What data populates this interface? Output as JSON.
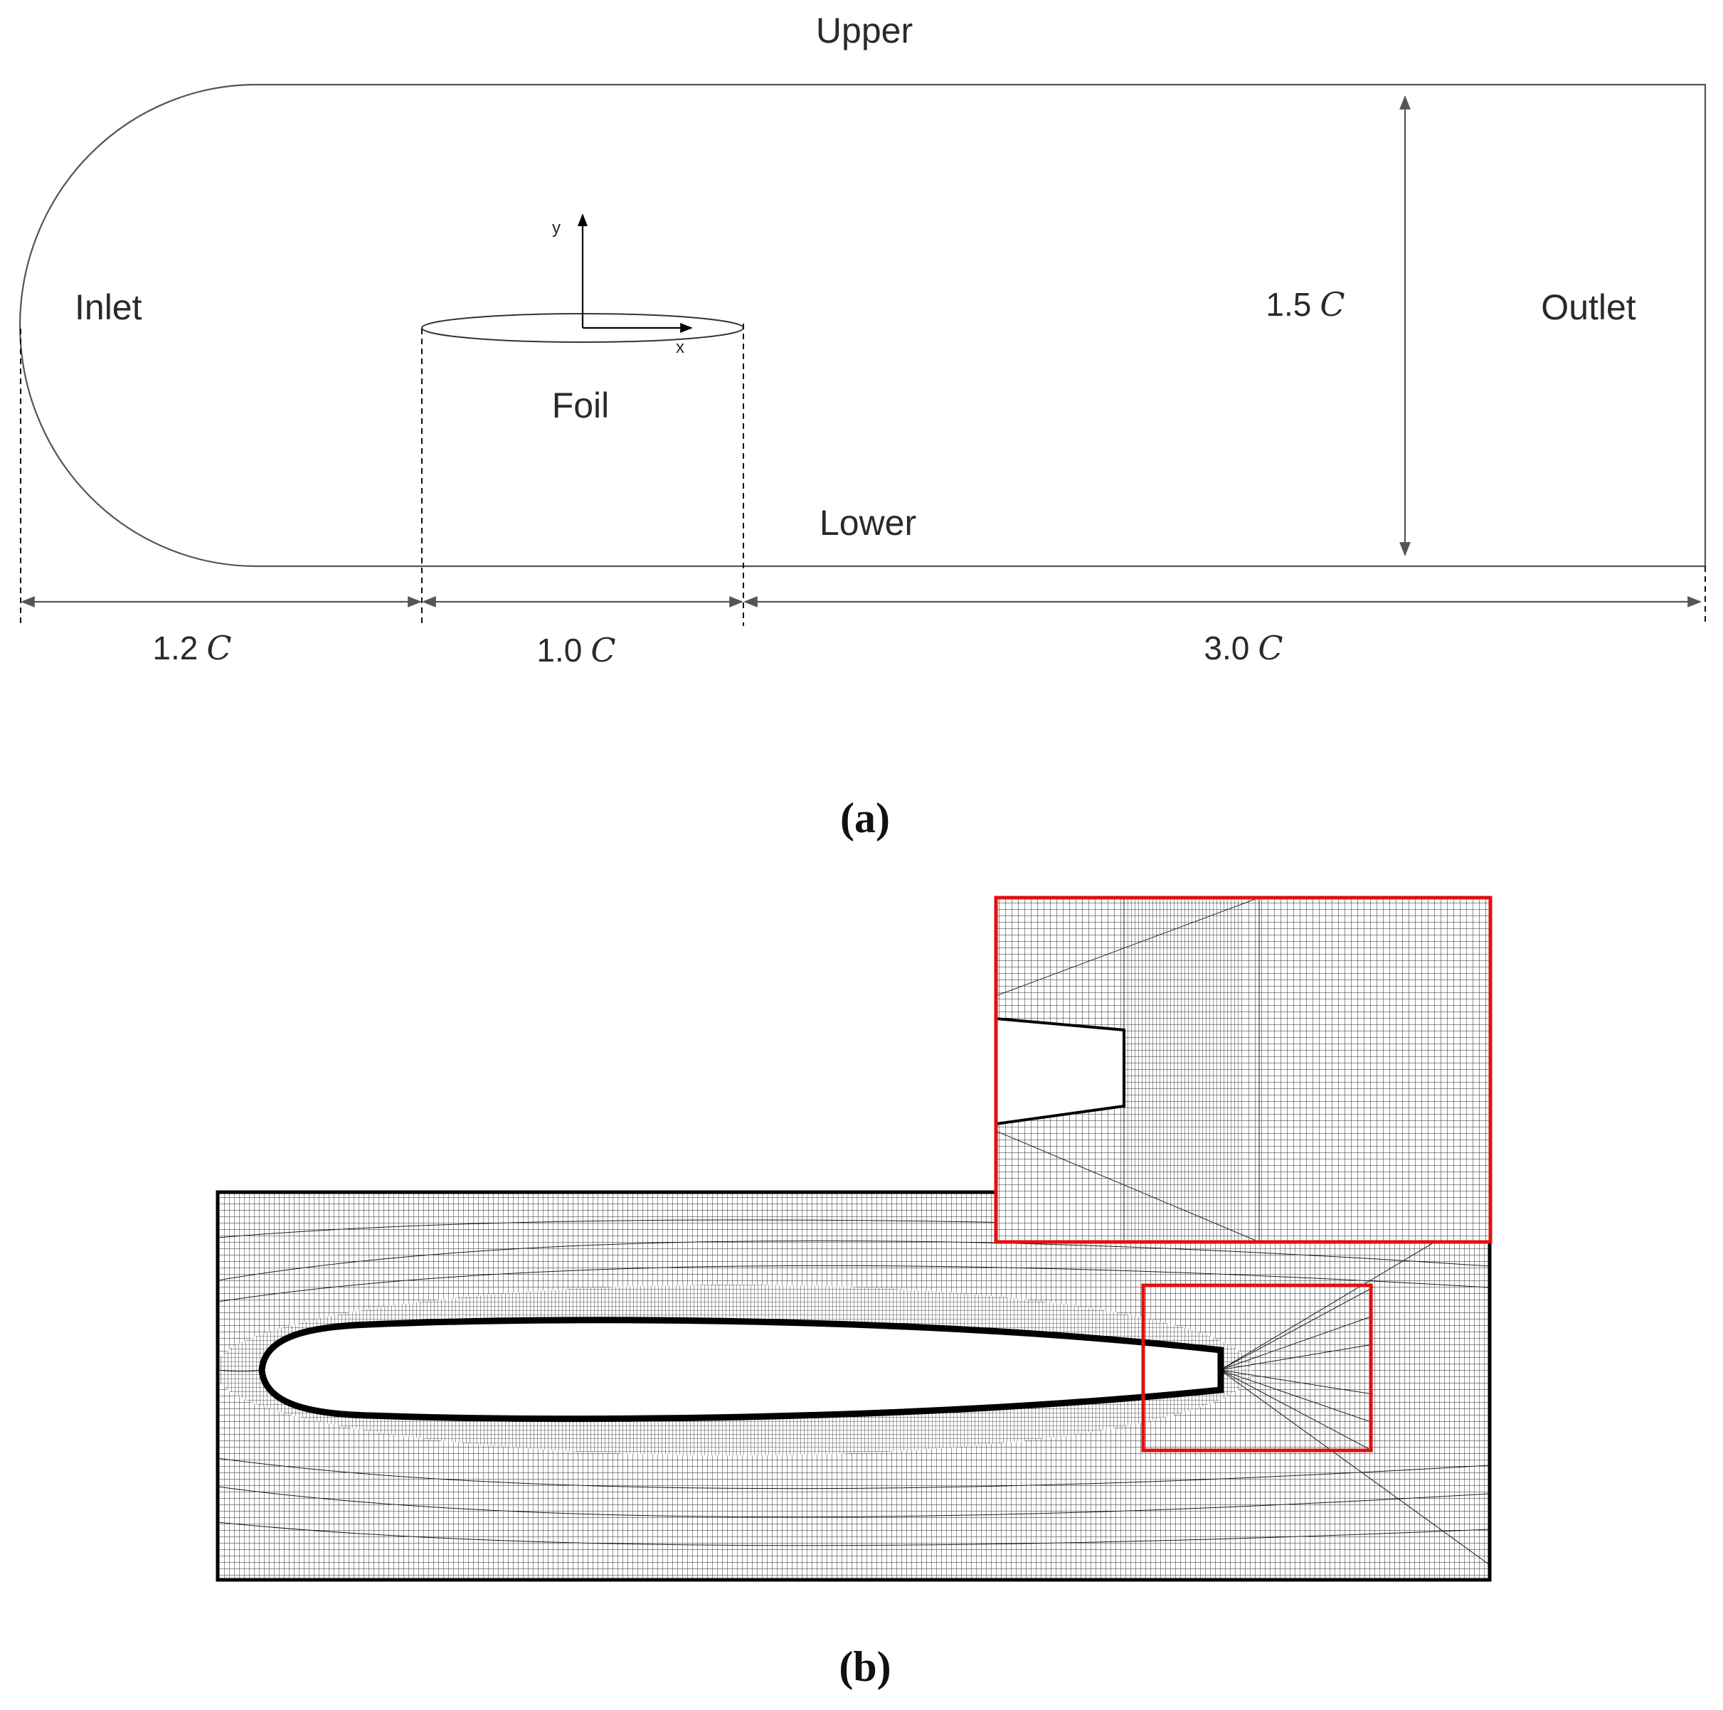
{
  "panel_a": {
    "tag": "(a)",
    "labels": {
      "upper": "Upper",
      "lower": "Lower",
      "inlet": "Inlet",
      "outlet": "Outlet",
      "foil": "Foil"
    },
    "axes": {
      "x": "x",
      "y": "y"
    },
    "dimensions": {
      "inlet_length": {
        "value": "1.2",
        "unit": "C"
      },
      "foil_length": {
        "value": "1.0",
        "unit": "C"
      },
      "wake_length": {
        "value": "3.0",
        "unit": "C"
      },
      "height": {
        "value": "1.5",
        "unit": "C"
      }
    }
  },
  "panel_b": {
    "tag": "(b)",
    "colors": {
      "highlight": "#e01010",
      "mesh": "#1a1a1a",
      "frame": "#000000"
    }
  }
}
